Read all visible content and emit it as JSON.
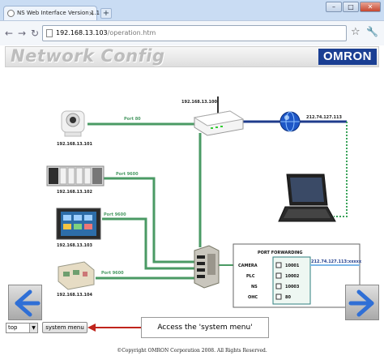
{
  "browser": {
    "tab_title": "NS Web Interface Version 1.1",
    "tab_close": "×",
    "new_tab": "+",
    "url_host": "192.168.13.103",
    "url_path": "/operation.htm",
    "back": "←",
    "forward": "→",
    "reload": "↻",
    "star": "☆",
    "wrench": "🔧",
    "minimize": "–",
    "maximize": "□",
    "close": "✕"
  },
  "header": {
    "title": "Network Config",
    "brand": "OMRON"
  },
  "devices": {
    "camera_ip": "192.168.13.101",
    "plc_ip": "192.168.13.102",
    "hmi_ip": "192.168.13.103",
    "ohc_ip": "192.168.13.104",
    "router_ip": "192.168.13.100",
    "internet_ip": "212.74.127.113"
  },
  "links": {
    "camera_port": "Port 80",
    "plc_port": "Port 9600",
    "hmi_port": "Port 9600",
    "ohc_port": "Port 9600"
  },
  "port_forwarding": {
    "title": "PORT FORWARDING",
    "external_ip": "212.74.127.113:xxxxx",
    "rows": [
      {
        "name": "CAMERA",
        "port": "10001"
      },
      {
        "name": "PLC",
        "port": "10002"
      },
      {
        "name": "NS",
        "port": "10003"
      },
      {
        "name": "OHC",
        "port": "80"
      }
    ]
  },
  "footer": {
    "select_value": "top",
    "system_menu_label": "system menu",
    "callout_text": "Access the 'system menu'",
    "copyright": "©Copyright OMRON Corporation 2008. All Rights Reserved."
  },
  "colors": {
    "link_green": "#4a9a64",
    "wan_blue": "#1f3c8c",
    "laptop_dotted": "#3aa35a",
    "arrow_blue": "#2f6fd6",
    "callout_arrow": "#c0241c"
  }
}
